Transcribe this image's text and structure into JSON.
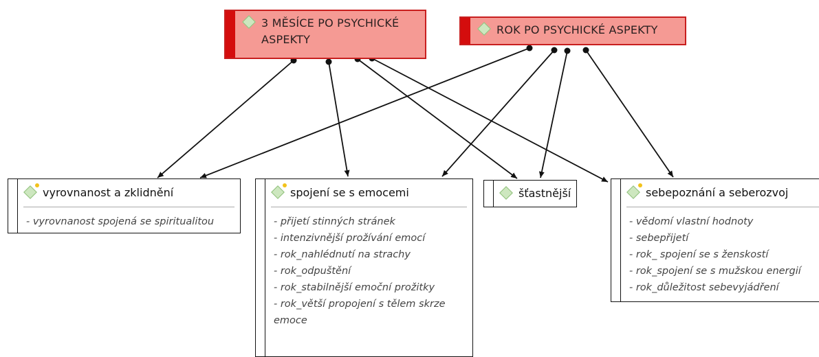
{
  "categories": [
    {
      "label": "3 MĚSÍCE PO PSYCHICKÉ ASPEKTY",
      "icon": "code-diamond-icon"
    },
    {
      "label": "ROK PO PSYCHICKÉ ASPEKTY",
      "icon": "code-diamond-icon"
    }
  ],
  "codes": [
    {
      "title": "vyrovnanost a zklidnění",
      "icon": "code-diamond-memo-icon",
      "items": [
        "- vyrovnanost spojená se spiritualitou"
      ]
    },
    {
      "title": "spojení se s emocemi",
      "icon": "code-diamond-memo-icon",
      "items": [
        "- přijetí stinných stránek",
        "- intenzivnější prožívání emocí",
        "- rok_nahlédnutí na strachy",
        "- rok_odpuštění",
        "- rok_stabilnější emoční prožitky",
        "- rok_větší propojení s tělem skrze emoce"
      ]
    },
    {
      "title": "šťastnější",
      "icon": "code-diamond-icon",
      "items": []
    },
    {
      "title": "sebepoznání a seberozvoj",
      "icon": "code-diamond-memo-icon",
      "items": [
        "- vědomí vlastní hodnoty",
        "- sebepřijetí",
        "- rok_ spojení se s ženskostí",
        "- rok_spojení se s mužskou energií",
        "- rok_důležitost sebevyjádření"
      ]
    }
  ],
  "links": [
    {
      "from": "3 MĚSÍCE PO PSYCHICKÉ ASPEKTY",
      "to": "vyrovnanost a zklidnění"
    },
    {
      "from": "3 MĚSÍCE PO PSYCHICKÉ ASPEKTY",
      "to": "spojení se s emocemi"
    },
    {
      "from": "3 MĚSÍCE PO PSYCHICKÉ ASPEKTY",
      "to": "šťastnější"
    },
    {
      "from": "3 MĚSÍCE PO PSYCHICKÉ ASPEKTY",
      "to": "sebepoznání a seberozvoj"
    },
    {
      "from": "ROK PO PSYCHICKÉ ASPEKTY",
      "to": "vyrovnanost a zklidnění"
    },
    {
      "from": "ROK PO PSYCHICKÉ ASPEKTY",
      "to": "spojení se s emocemi"
    },
    {
      "from": "ROK PO PSYCHICKÉ ASPEKTY",
      "to": "šťastnější"
    },
    {
      "from": "ROK PO PSYCHICKÉ ASPEKTY",
      "to": "sebepoznání a seberozvoj"
    }
  ],
  "colors": {
    "category_fill": "#f59a94",
    "category_border": "#c81e1e",
    "category_bar": "#d40d0d",
    "code_icon_fill": "#cde7bf",
    "memo_dot": "#f2c21b",
    "link_line": "#111111"
  }
}
